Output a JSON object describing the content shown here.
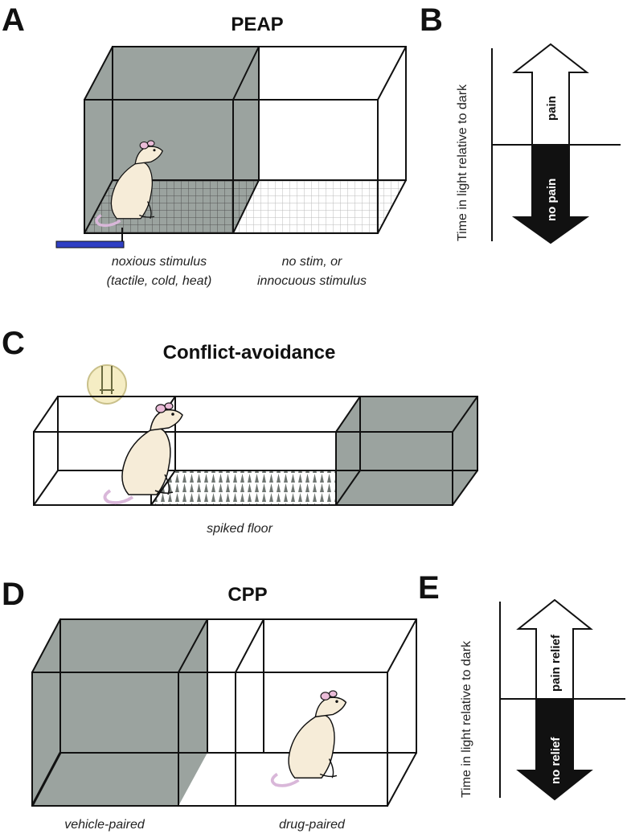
{
  "panels": {
    "A": {
      "letter": "A",
      "title": "PEAP",
      "left_caption_line1": "noxious stimulus",
      "left_caption_line2": "(tactile, cold, heat)",
      "right_caption_line1": "no stim, or",
      "right_caption_line2": "innocuous stimulus"
    },
    "B": {
      "letter": "B",
      "axis_label": "Time in light relative to dark",
      "up_label": "pain",
      "down_label": "no pain"
    },
    "C": {
      "letter": "C",
      "title": "Conflict-avoidance",
      "floor_caption": "spiked floor"
    },
    "D": {
      "letter": "D",
      "title": "CPP",
      "left_caption": "vehicle-paired",
      "right_caption": "drug-paired"
    },
    "E": {
      "letter": "E",
      "axis_label": "Time in light relative to dark",
      "up_label": "pain relief",
      "down_label": "no relief"
    }
  },
  "colors": {
    "dark_chamber": "#9ba39f",
    "stimulus_bar": "#2f3fc4",
    "rat_body": "#f6ecd8",
    "rat_tail": "#d9b7d9",
    "arrow_dark": "#111111"
  }
}
